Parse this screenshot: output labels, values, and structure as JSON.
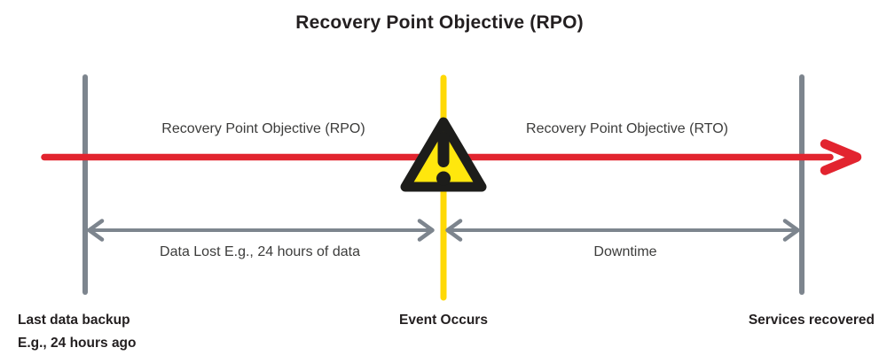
{
  "title": "Recovery Point Objective (RPO)",
  "timeline": {
    "rpo_label": "Recovery Point Objective (RPO)",
    "rto_label": "Recovery Point Objective (RTO)"
  },
  "measures": {
    "data_lost": "Data Lost E.g., 24 hours of data",
    "downtime": "Downtime"
  },
  "milestones": {
    "backup_line1": "Last data backup",
    "backup_line2": "E.g., 24 hours ago",
    "event": "Event Occurs",
    "recovered": "Services recovered"
  },
  "icons": {
    "warning_icon": "⚠"
  },
  "colors": {
    "red": "#E2242F",
    "gray": "#7D858E",
    "yellow": "#FFD905",
    "triangle": "#FFE70D",
    "triangle-ink": "#1D1D1B",
    "ink": "#231F20",
    "text": "#3C3C3B"
  }
}
